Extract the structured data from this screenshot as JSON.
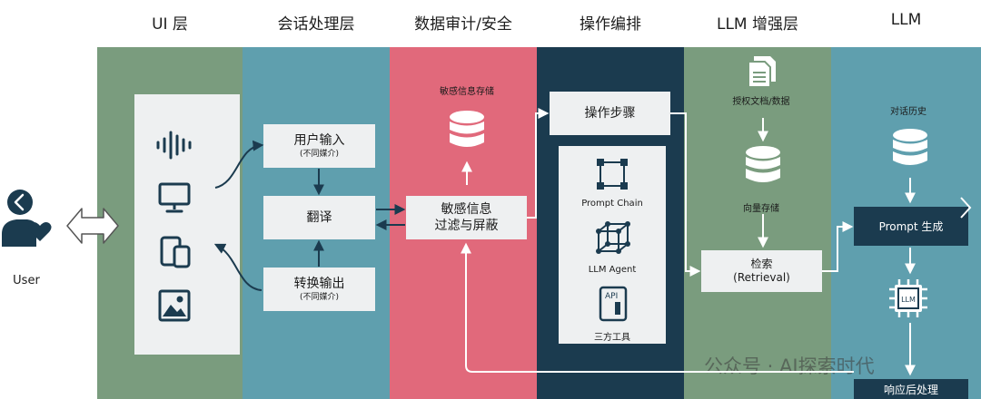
{
  "columns": {
    "ui": "UI 层",
    "session": "会话处理层",
    "audit": "数据审计/安全",
    "orchestration": "操作编排",
    "augment": "LLM 增强层",
    "llm": "LLM"
  },
  "user": {
    "label": "User"
  },
  "session": {
    "input_title": "用户输入",
    "input_sub": "(不同媒介)",
    "translate": "翻译",
    "output_title": "转换输出",
    "output_sub": "(不同媒介)"
  },
  "audit": {
    "storage_label": "敏感信息存储",
    "filter_line1": "敏感信息",
    "filter_line2": "过滤与屏蔽"
  },
  "orchestration": {
    "steps": "操作步骤",
    "prompt_chain": "Prompt Chain",
    "llm_agent": "LLM Agent",
    "api_text": "API",
    "third_party": "三方工具"
  },
  "augment": {
    "docs_label": "授权文档/数据",
    "vector_label": "向量存储",
    "retrieval_title": "检索",
    "retrieval_sub": "(Retrieval)"
  },
  "llm": {
    "history_label": "对话历史",
    "prompt_gen": "Prompt 生成",
    "chip_text": "LLM",
    "postprocess": "响应后处理"
  },
  "watermark": "公众号 · AI探索时代",
  "colors": {
    "ui_band": "#7a9c7e",
    "session_band": "#5f9fae",
    "audit_band": "#e1697b",
    "orchestration_band": "#1b3b4f",
    "augment_band": "#7a9c7e",
    "llm_band": "#5f9fae",
    "box": "#eef0f1",
    "dark_box": "#1b3b4f"
  }
}
